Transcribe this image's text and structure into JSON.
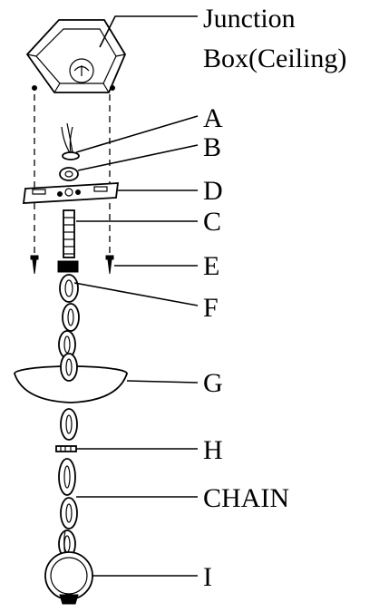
{
  "title_line1": "Junction",
  "title_line2": "Box(Ceiling)",
  "labels": {
    "A": "A",
    "B": "B",
    "D": "D",
    "C": "C",
    "E": "E",
    "F": "F",
    "G": "G",
    "H": "H",
    "CHAIN": "CHAIN",
    "I": "I"
  },
  "colors": {
    "ink": "#000000",
    "background": "#ffffff"
  }
}
